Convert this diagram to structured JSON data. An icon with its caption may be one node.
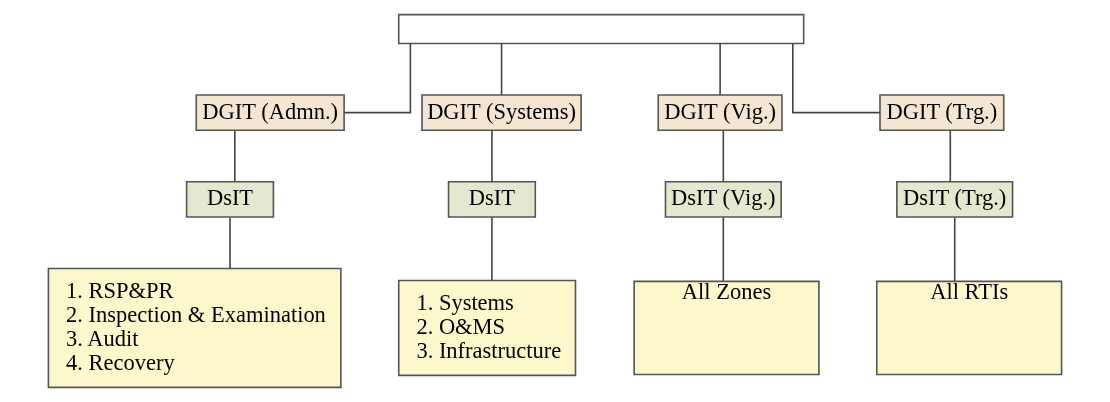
{
  "diagram": {
    "nodes": [
      {
        "text": [],
        "shape": "box"
      },
      {
        "text": [
          "DGIT (Admn.)"
        ]
      },
      {
        "text": [
          "DGIT (Systems)"
        ]
      },
      {
        "text": [
          "DGIT (Vig.)"
        ]
      },
      {
        "text": [
          "DGIT (Trg.)"
        ]
      },
      {
        "text": [
          "DsIT"
        ]
      },
      {
        "text": [
          "DsIT"
        ]
      },
      {
        "text": [
          "DsIT (Vig.)"
        ]
      },
      {
        "text": [
          "DsIT (Trg.)"
        ]
      },
      {
        "text": [
          "1. RSP&PR",
          "2. Inspection & Examination",
          "3. Audit",
          "4. Recovery"
        ]
      },
      {
        "text": [
          "1. Systems",
          "2. O&MS",
          "3. Infrastructure"
        ]
      },
      {
        "text": [
          "All Zones"
        ]
      },
      {
        "text": [
          "All RTIs"
        ]
      }
    ],
    "edges": [
      {
        "from": 0,
        "to": 1,
        "arrow": "none"
      },
      {
        "from": 0,
        "to": 2,
        "arrow": "none"
      },
      {
        "from": 0,
        "to": 3,
        "arrow": "none"
      },
      {
        "from": 0,
        "to": 4,
        "arrow": "none"
      },
      {
        "from": 1,
        "to": 5,
        "arrow": "none"
      },
      {
        "from": 2,
        "to": 6,
        "arrow": "none"
      },
      {
        "from": 3,
        "to": 7,
        "arrow": "none"
      },
      {
        "from": 4,
        "to": 8,
        "arrow": "none"
      },
      {
        "from": 5,
        "to": 9,
        "arrow": "none"
      },
      {
        "from": 6,
        "to": 10,
        "arrow": "none"
      },
      {
        "from": 7,
        "to": 11,
        "arrow": "none"
      },
      {
        "from": 8,
        "to": 12,
        "arrow": "none"
      }
    ]
  }
}
